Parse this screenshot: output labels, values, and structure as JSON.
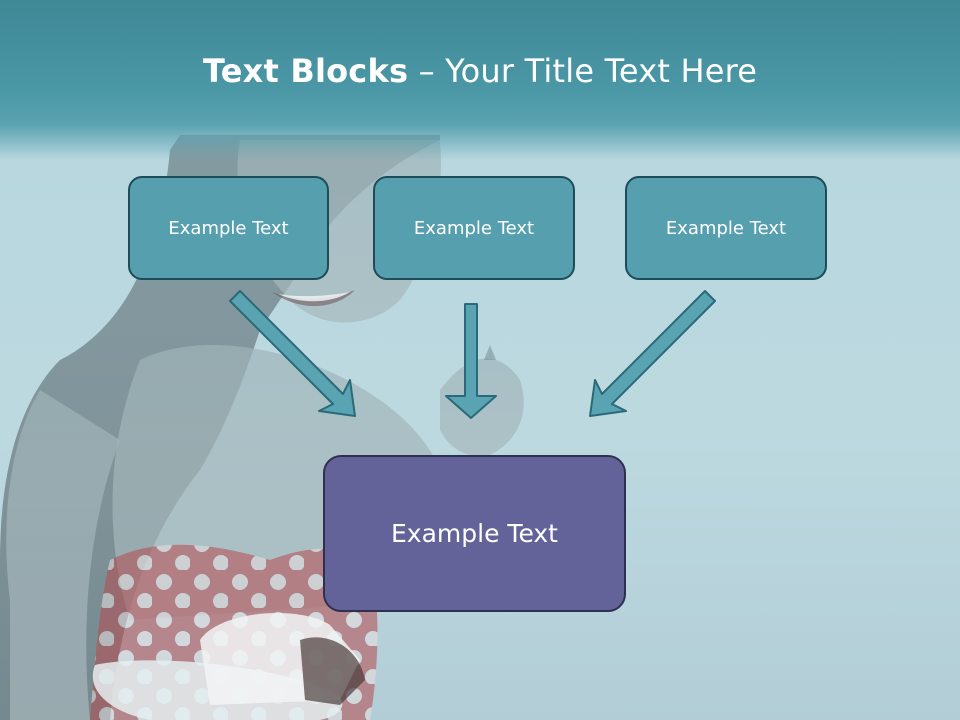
{
  "slide": {
    "title_bold": "Text Blocks",
    "title_separator": " – ",
    "title_rest": "Your Title Text Here"
  },
  "boxes": {
    "top_left": "Example Text",
    "top_middle": "Example Text",
    "top_right": "Example Text",
    "center": "Example Text"
  },
  "colors": {
    "title_band": "#4a97a5",
    "top_box_fill": "#569fae",
    "center_box_fill": "#646399",
    "arrow_fill": "#5aa3b2"
  }
}
